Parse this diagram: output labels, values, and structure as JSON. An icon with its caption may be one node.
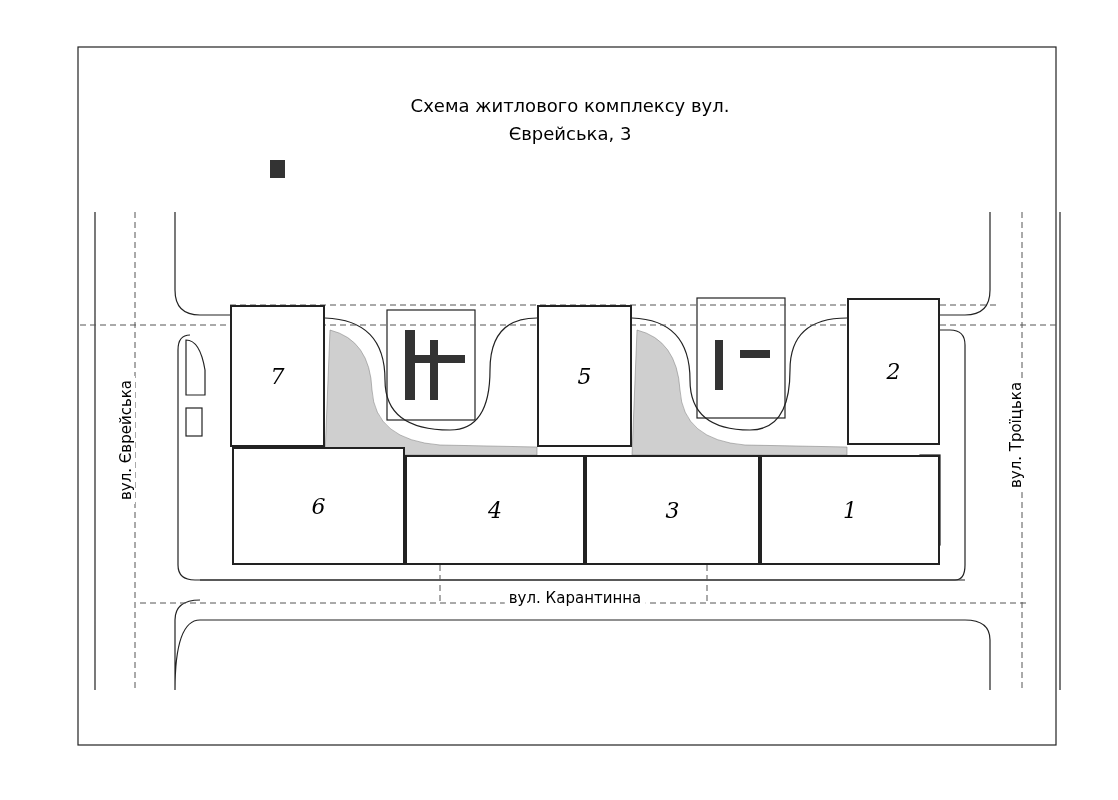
{
  "diagram": {
    "title": "Схема житлового комплексу вул. Єврейська, 3",
    "nodes": [
      {
        "text": [
          "7"
        ]
      },
      {
        "text": [
          "5"
        ]
      },
      {
        "text": [
          "2"
        ]
      },
      {
        "text": [
          "6"
        ]
      },
      {
        "text": [
          "4"
        ]
      },
      {
        "text": [
          "3"
        ]
      },
      {
        "text": [
          "1"
        ]
      }
    ],
    "labels": [
      "вул. Єврейська",
      "вул. Троїцька",
      "вул. Карантинна"
    ]
  }
}
